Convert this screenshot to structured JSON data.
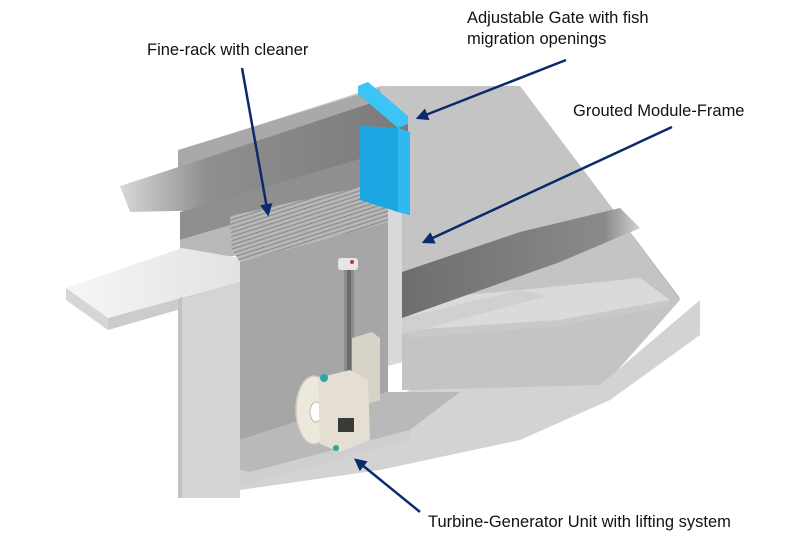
{
  "diagram": {
    "title": "Modular hydropower plant cross-section",
    "colors": {
      "arrow": "#0b2a6b",
      "gate": "#29b6f0",
      "gate_dark": "#1a9ad8",
      "concrete_light": "#dcdcdc",
      "concrete_mid": "#bdbdbd",
      "concrete_dark": "#9e9e9e",
      "water": "#8e8e8e",
      "turbine": "#ebe6da",
      "turbine_accent": "#2aa6a6"
    },
    "labels": {
      "gate": [
        "Adjustable Gate with fish",
        "migration openings"
      ],
      "rack": "Fine-rack with cleaner",
      "frame": "Grouted Module-Frame",
      "turbine": "Turbine-Generator Unit with lifting system"
    },
    "components": [
      {
        "id": "gate",
        "name": "Adjustable Gate with fish migration openings"
      },
      {
        "id": "rack",
        "name": "Fine-rack with cleaner"
      },
      {
        "id": "frame",
        "name": "Grouted Module-Frame"
      },
      {
        "id": "turbine",
        "name": "Turbine-Generator Unit with lifting system"
      }
    ]
  }
}
